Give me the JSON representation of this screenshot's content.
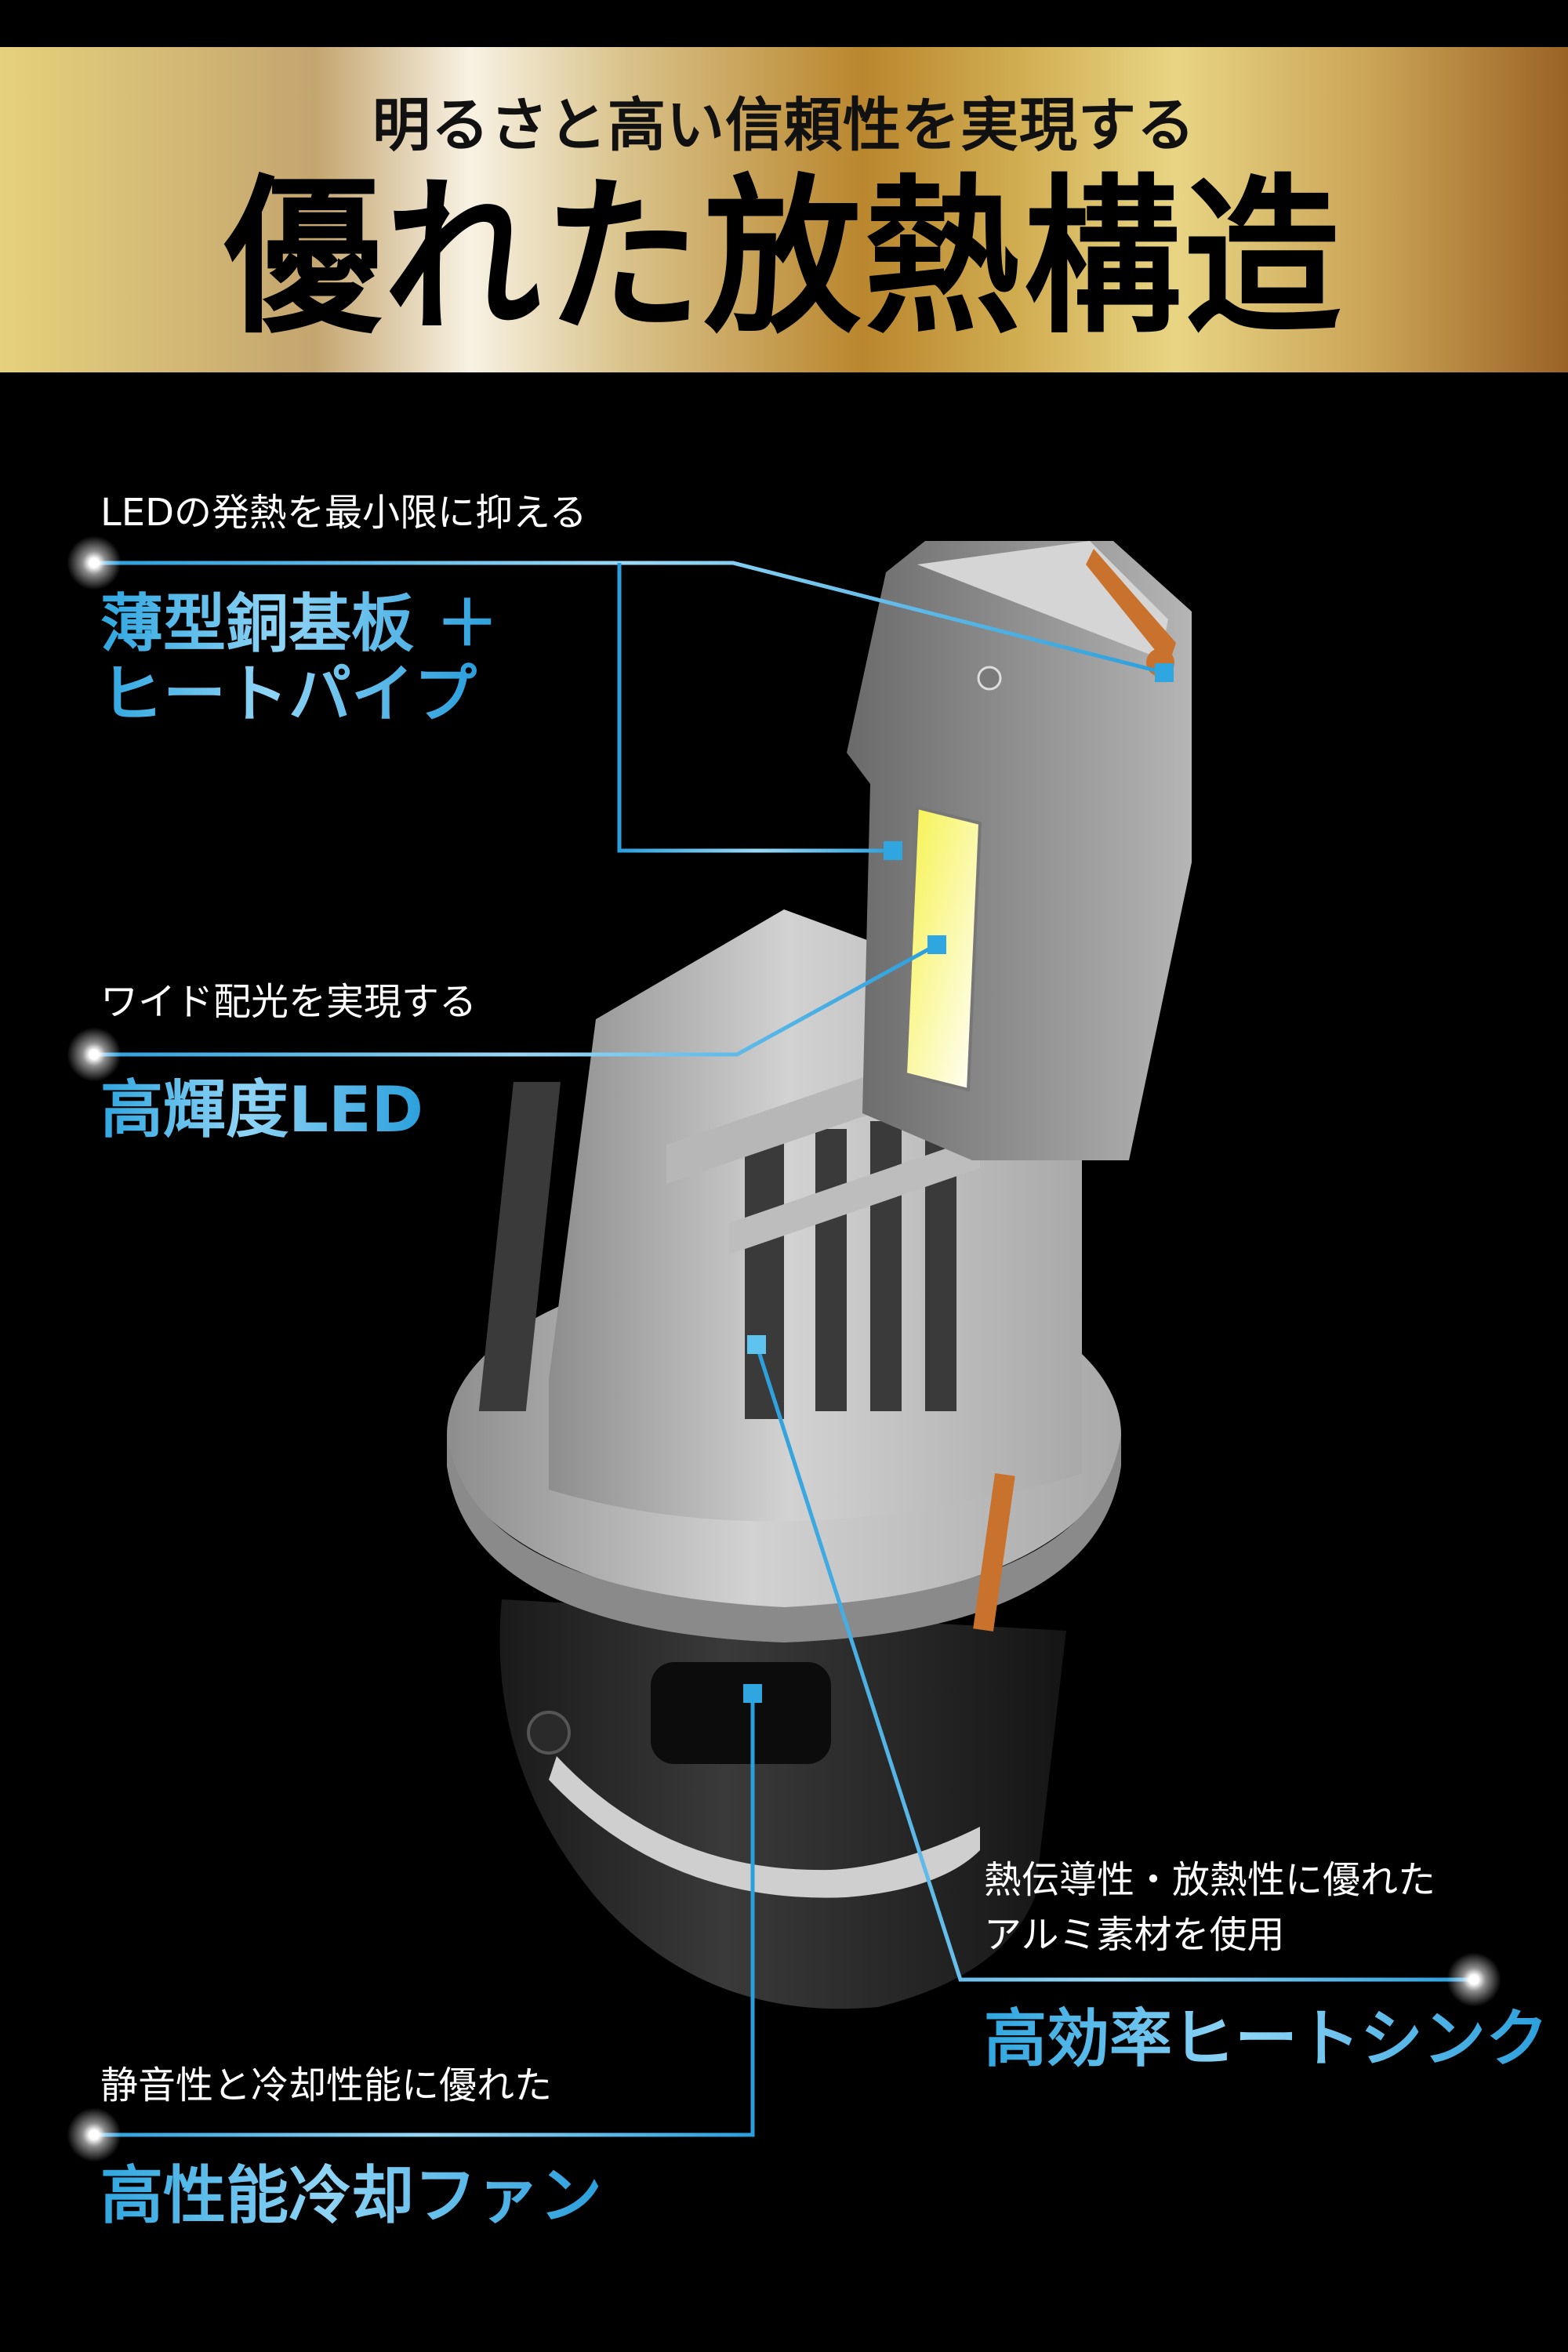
{
  "banner": {
    "subtitle": "明るさと高い信頼性を実現する",
    "title": "優れた放熱構造"
  },
  "callouts": [
    {
      "id": "copper-board",
      "caption": "LEDの発熱を最小限に抑える",
      "headline_line1": "薄型銅基板 ＋",
      "headline_line2": "ヒートパイプ"
    },
    {
      "id": "led",
      "caption": "ワイド配光を実現する",
      "headline_line1": "高輝度LED"
    },
    {
      "id": "heatsink",
      "caption_line1": "熱伝導性・放熱性に優れた",
      "caption_line2": "アルミ素材を使用",
      "headline_line1": "高効率ヒートシンク"
    },
    {
      "id": "fan",
      "caption": "静音性と冷却性能に優れた",
      "headline_line1": "高性能冷却ファン"
    }
  ],
  "colors": {
    "accent_blue": "#2fa6e0",
    "accent_blue_light": "#8fd4f5",
    "background": "#000000",
    "copper": "#c9722e",
    "led_yellow": "#f2ef3a"
  },
  "product": {
    "name": "LED headlight bulb (D-type base) with heat sink and cooling fan"
  }
}
